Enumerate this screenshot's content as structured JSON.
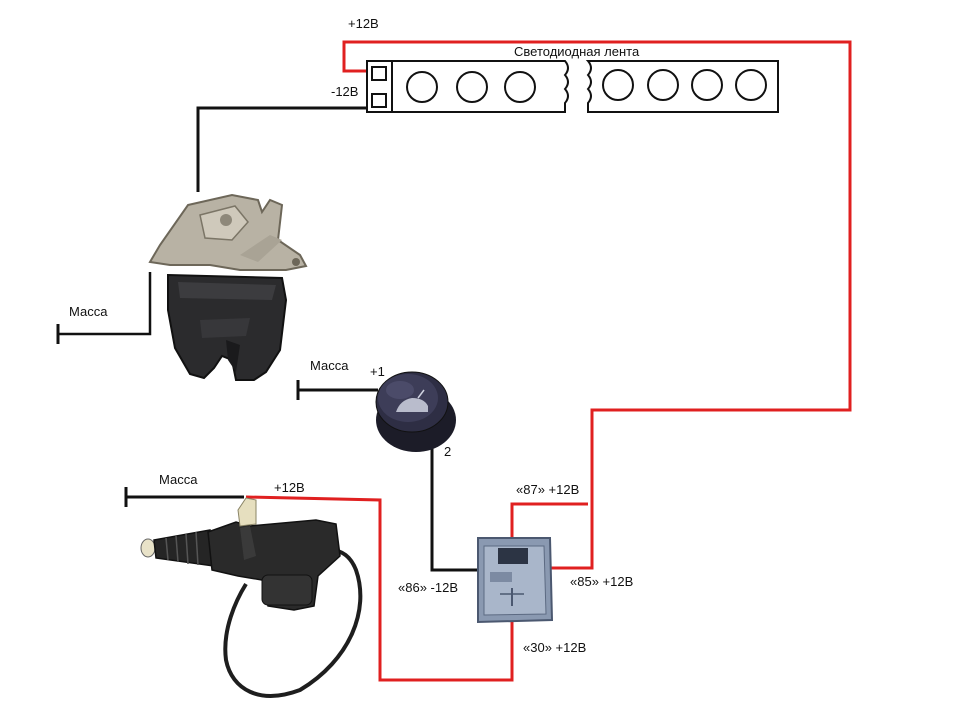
{
  "diagram": {
    "led_strip": {
      "title": "Светодиодная лента",
      "plus_label": "+12В",
      "minus_label": "-12В"
    },
    "trunk_lock": {
      "ground_label": "Масса"
    },
    "button": {
      "ground_label": "Масса",
      "pin1_label": "+1",
      "pin2_label": "2"
    },
    "actuator": {
      "ground_label": "Масса",
      "plus_label": "+12В"
    },
    "relay": {
      "pin87_label": "«87» +12В",
      "pin86_label": "«86» -12В",
      "pin85_label": "«85» +12В",
      "pin30_label": "«30» +12В"
    },
    "colors": {
      "positive_wire": "#e02020",
      "negative_wire": "#111111"
    }
  }
}
